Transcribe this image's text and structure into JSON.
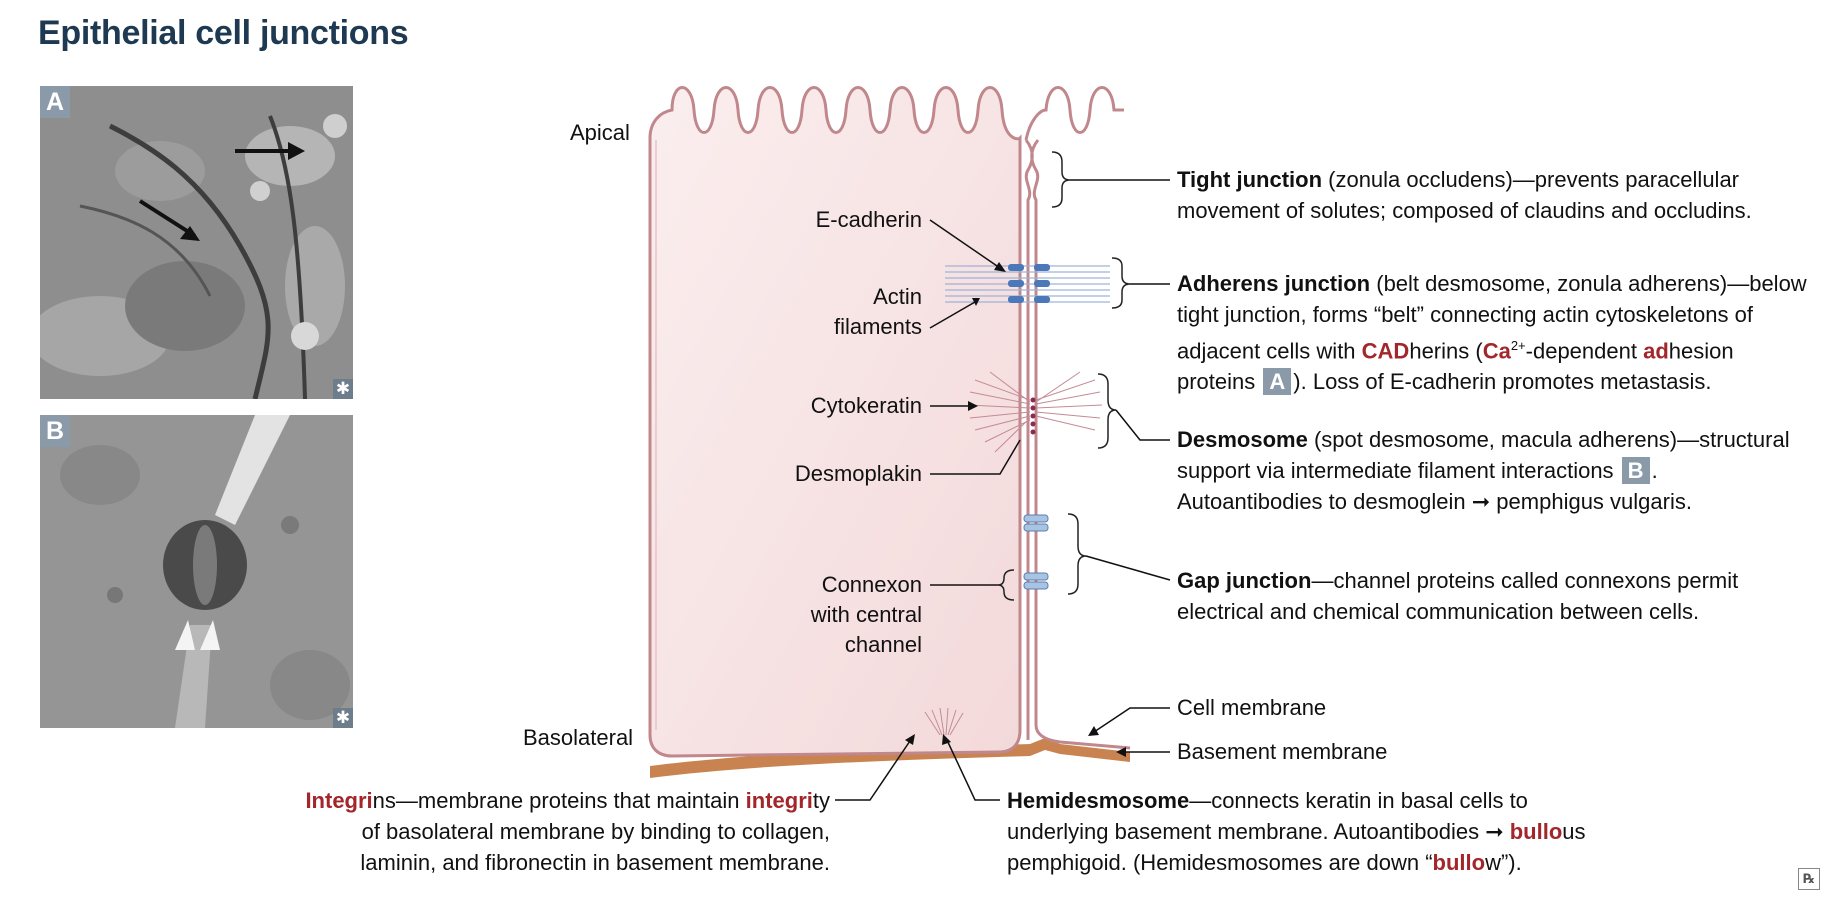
{
  "title": "Epithelial cell junctions",
  "panels": {
    "a_tag": "A",
    "b_tag": "B",
    "star": "✱"
  },
  "labels": {
    "apical": "Apical",
    "basolateral": "Basolateral",
    "e_cadherin": "E-cadherin",
    "actin_1": "Actin",
    "actin_2": "filaments",
    "cytokeratin": "Cytokeratin",
    "desmoplakin": "Desmoplakin",
    "connexon_1": "Connexon",
    "connexon_2": "with central",
    "connexon_3": "channel",
    "cell_membrane": "Cell membrane",
    "basement_membrane": "Basement membrane"
  },
  "tight": {
    "head": "Tight junction",
    "l1": " (zonula occludens)—prevents paracellular",
    "l2": "movement of solutes; composed of claudins and occludins."
  },
  "adherens": {
    "head": "Adherens junction",
    "l1": " (belt desmosome, zonula adherens)—below",
    "l2": "tight junction, forms “belt” connecting actin cytoskeletons of",
    "l3a": "adjacent cells with ",
    "cad": "CAD",
    "l3b": "herins (",
    "ca": "Ca",
    "sup": "2+",
    "l3c": "-dependent ",
    "ad": "ad",
    "l3d": "hesion",
    "l4a": "proteins ",
    "box": "A",
    "l4b": "). Loss of E-cadherin promotes metastasis."
  },
  "desmosome": {
    "head": "Desmosome",
    "l1": " (spot desmosome, macula adherens)—structural",
    "l2a": "support via intermediate filament interactions ",
    "box": "B",
    "l2b": ".",
    "l3": "Autoantibodies to desmoglein ➞ pemphigus vulgaris."
  },
  "gap": {
    "head": "Gap junction",
    "l1": "—channel proteins called connexons permit",
    "l2": "electrical and chemical communication between cells."
  },
  "integrins": {
    "red1": "Integri",
    "l1a": "ns—membrane proteins that maintain ",
    "red2": "integri",
    "l1b": "ty",
    "l2": "of basolateral membrane by binding to collagen,",
    "l3": "laminin, and fibronectin in basement membrane."
  },
  "hemidesmosome": {
    "head": "Hemidesmosome",
    "l1": "—connects keratin in basal cells to",
    "l2a": "underlying basement membrane. Autoantibodies ➞ ",
    "red1": "bullo",
    "l2b": "us",
    "l3a": "pemphigoid. (Hemidesmosomes are down “",
    "red2": "bullo",
    "l3b": "w”)."
  },
  "rx": "℞",
  "colors": {
    "title": "#1e3a52",
    "accent_red": "#a3262a",
    "cell_fill": "#f7e4e4",
    "cell_border": "#c0888c",
    "basement": "#c98350",
    "junction_blue": "#4a78b8"
  }
}
